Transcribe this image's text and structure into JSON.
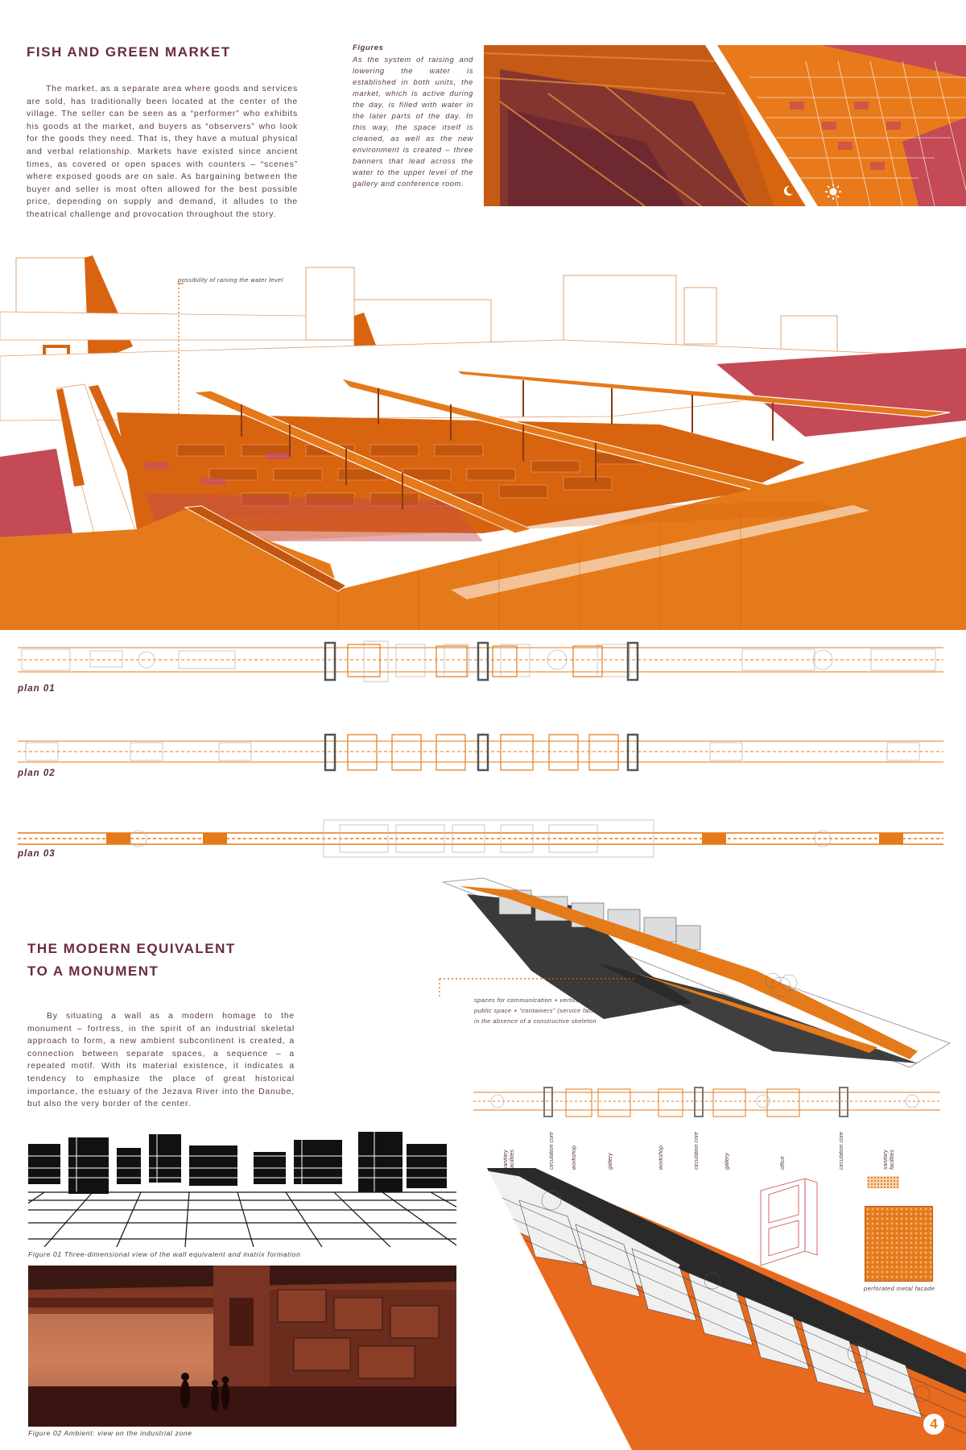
{
  "section1": {
    "title": "FISH AND GREEN MARKET",
    "body": "The market, as a separate area where goods and services are sold, has traditionally been located at the center of the village. The seller can be seen as a “performer” who exhibits his goods at the market, and buyers as “observers” who look for the goods they need. That is, they have a mutual physical and verbal relationship. Markets have existed since ancient times, as covered or open spaces with counters – “scenes” where exposed goods are on sale. As bargaining between the buyer and seller is most often allowed for the best possible price, depending on supply and demand, it alludes to the theatrical challenge and provocation throughout the story."
  },
  "figures_note": {
    "title": "Figures",
    "body": "As the system of raising and lowering the water is established in both units, the market, which is active during the day, is filled with water in the later parts of the day. In this way, the space itself is cleaned, as well as the new environment is created – three banners that lead across the water to the upper level of the gallery and conference room."
  },
  "hero": {
    "annotation": "possibility of raising the water level"
  },
  "plans": [
    {
      "label": "plan 01"
    },
    {
      "label": "plan 02"
    },
    {
      "label": "plan 03"
    }
  ],
  "section2": {
    "title_line1": "THE MODERN EQUIVALENT",
    "title_line2": "TO A MONUMENT",
    "body": "By situating a wall as a modern homage to the monument – fortress, in the spirit of an industrial skeletal approach to form, a new ambient subcontinent is created, a connection between separate spaces, a sequence – a repeated motif. With its material existence, it indicates a tendency to emphasize the place of great historical importance, the estuary of the Jezava River into the Danube, but also the very border of the center."
  },
  "axon_note": {
    "line1": "spaces for communication + vertical park –",
    "line2": "public space + “containers” (service facility)",
    "line3": "in the absence of a constructive skeleton"
  },
  "strip_labels": [
    "sanitary facilities",
    "circulation core",
    "workshop",
    "gallery",
    "workshop",
    "circulation core",
    "gallery",
    "office",
    "circulation core",
    "sanitary facilities"
  ],
  "figure1": {
    "caption": "Figure 01 Three-dimensional view of the wall equivalent and matrix formation"
  },
  "figure2": {
    "caption": "Figure 02 Ambient: view on the industrial zone"
  },
  "facade": {
    "label": "perforated metal facade"
  },
  "page_number": "4",
  "icons": {
    "moon": "moon-icon",
    "sun": "sun-icon"
  },
  "colors": {
    "orange": "#e57a1a",
    "deep_orange": "#d8640f",
    "crimson": "#c44a55",
    "plum": "#6b2a45",
    "rust": "#7a3a2a"
  }
}
